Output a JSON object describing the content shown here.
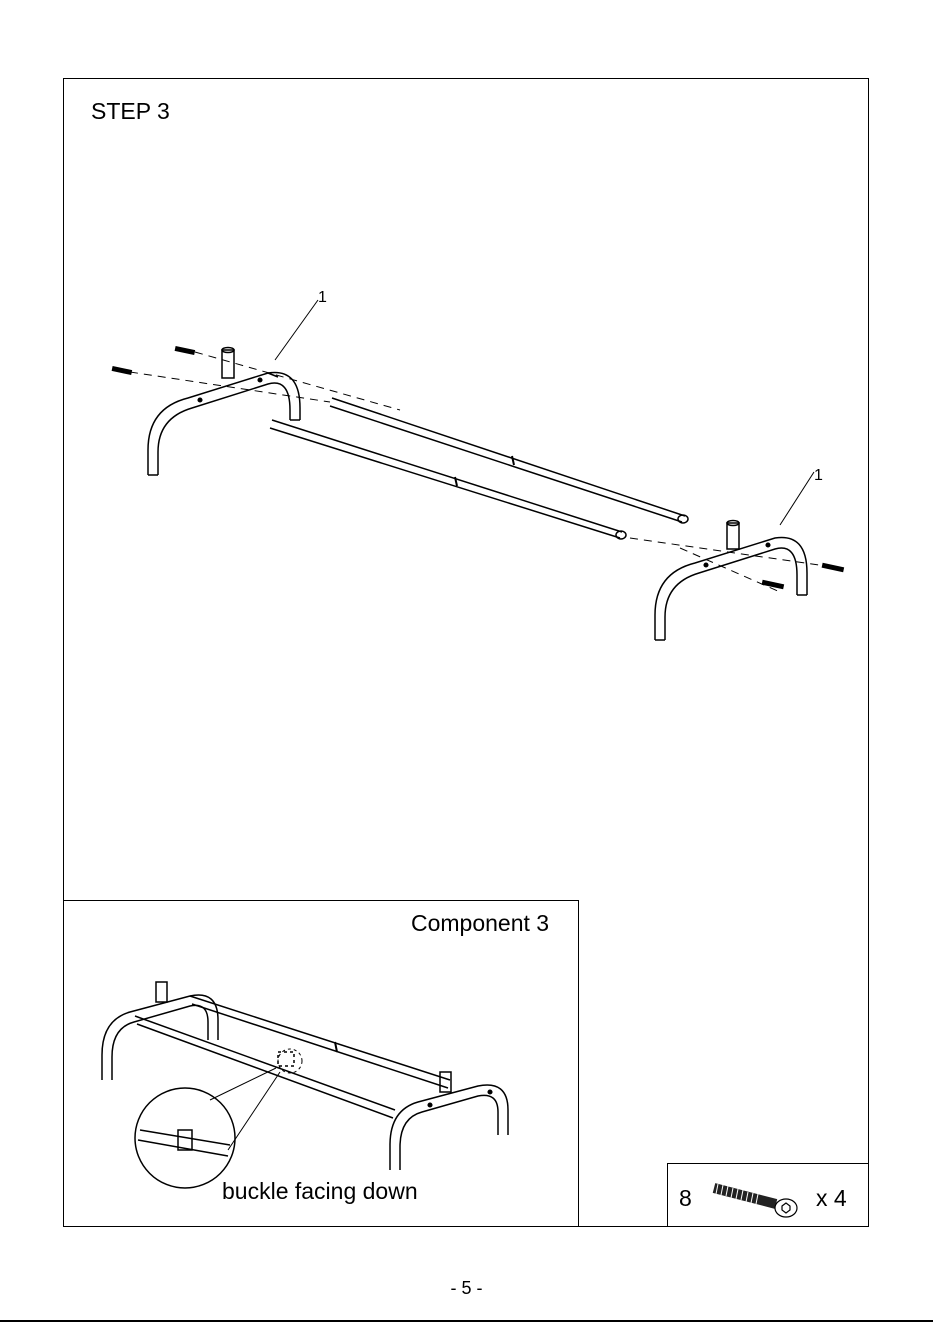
{
  "step": {
    "title": "STEP 3"
  },
  "main": {
    "callout_left": "1",
    "callout_right": "1"
  },
  "inset": {
    "title": "Component 3",
    "note": "buckle facing down"
  },
  "parts": {
    "number": "8",
    "quantity": "x 4",
    "icon": "screw-icon"
  },
  "footer": {
    "page_number": "- 5 -"
  }
}
